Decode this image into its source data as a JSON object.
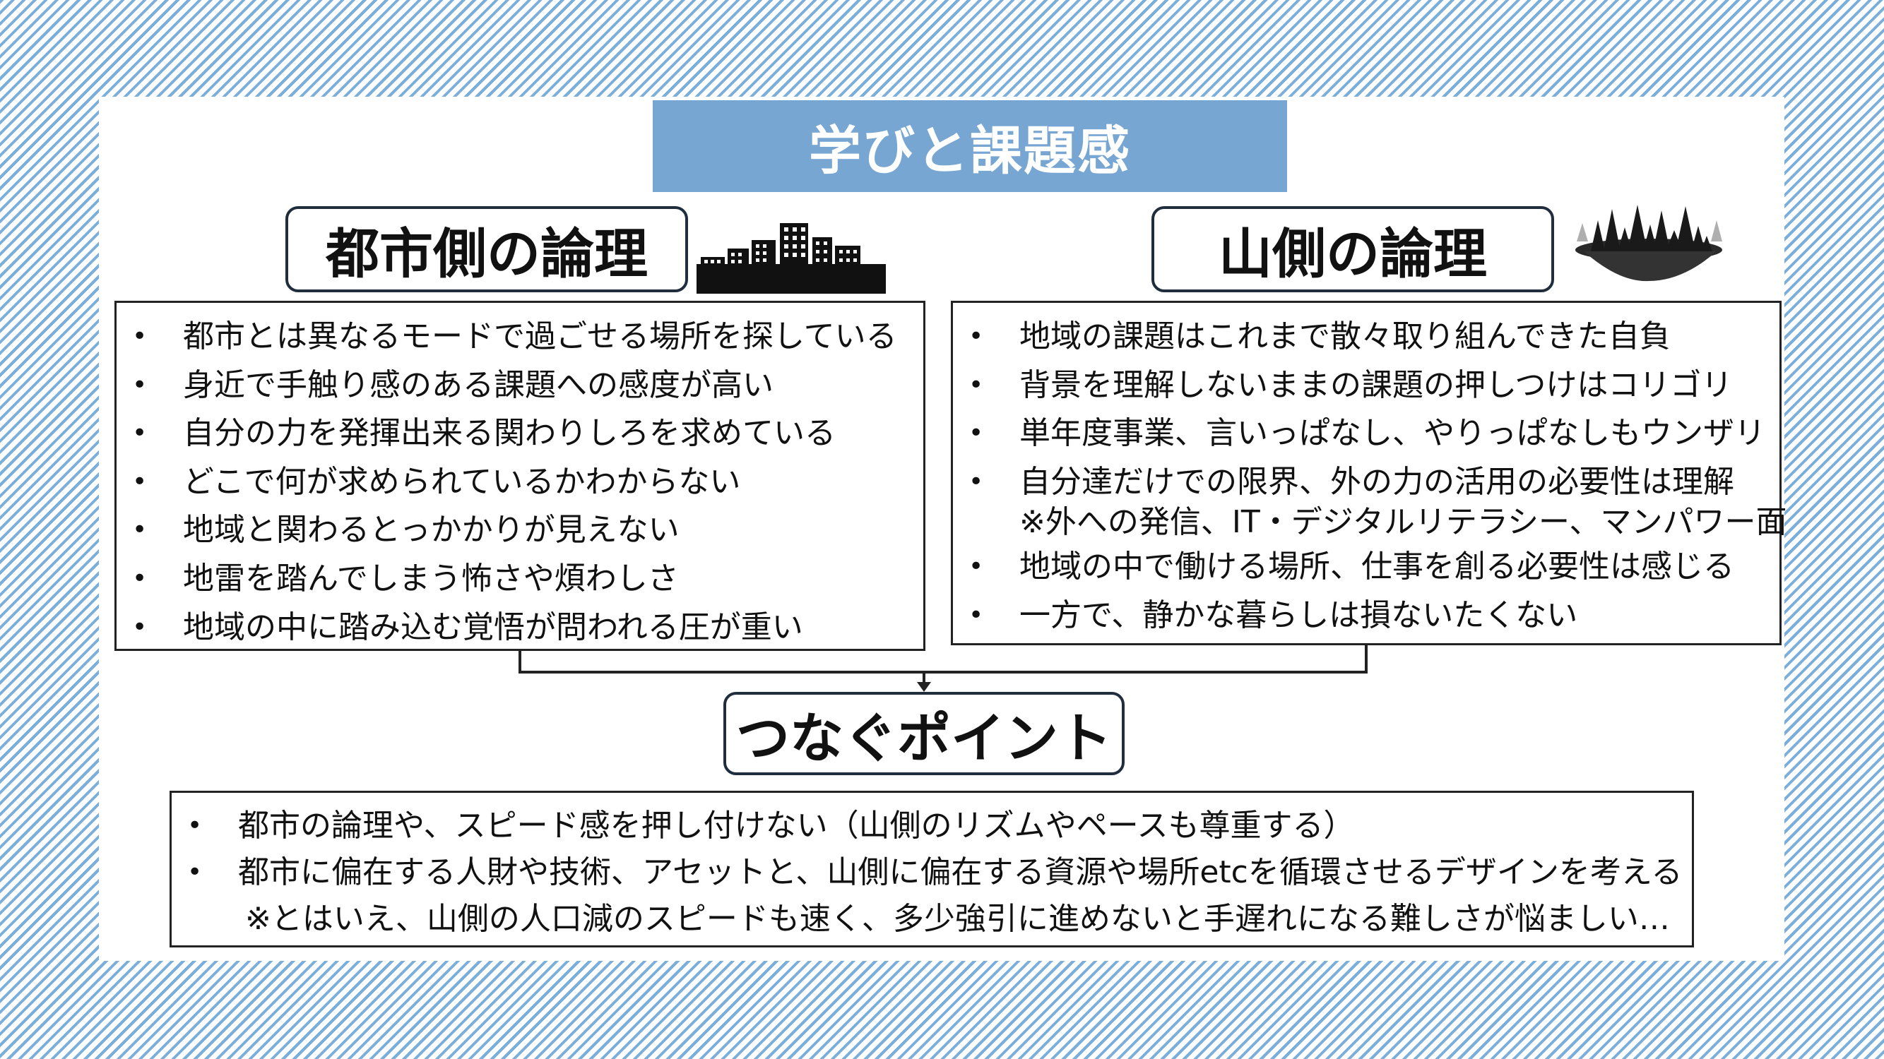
{
  "title": "学びと課題感",
  "city": {
    "heading": "都市側の論理",
    "items": [
      {
        "text": "都市とは異なるモードで過ごせる場所を探している"
      },
      {
        "text": "身近で手触り感のある課題への感度が高い"
      },
      {
        "text": "自分の力を発揮出来る関わりしろを求めている"
      },
      {
        "text": "どこで何が求められているかわからない"
      },
      {
        "text": "地域と関わるとっかかりが見えない"
      },
      {
        "text": "地雷を踏んでしまう怖さや煩わしさ"
      },
      {
        "text": "地域の中に踏み込む覚悟が問われる圧が重い"
      }
    ]
  },
  "mountain": {
    "heading": "山側の論理",
    "items": [
      {
        "text": "地域の課題はこれまで散々取り組んできた自負"
      },
      {
        "text": "背景を理解しないままの課題の押しつけはコリゴリ"
      },
      {
        "text": "単年度事業、言いっぱなし、やりっぱなしもウンザリ"
      },
      {
        "text": "自分達だけでの限界、外の力の活用の必要性は理解",
        "note": "※外への発信、IT・デジタルリテラシー、マンパワー面"
      },
      {
        "text": "地域の中で働ける場所、仕事を創る必要性は感じる"
      },
      {
        "text": "一方で、静かな暮らしは損ないたくない"
      }
    ]
  },
  "connect": {
    "heading": "つなぐポイント",
    "items": [
      {
        "text": "都市の論理や、スピード感を押し付けない（山側のリズムやペースも尊重する）"
      },
      {
        "text": "都市に偏在する人財や技術、アセットと、山側に偏在する資源や場所etcを循環させるデザインを考える",
        "note": "※とはいえ、山側の人口減のスピードも速く、多少強引に進めないと手遅れになる難しさが悩ましい…"
      }
    ]
  },
  "bullet": "•",
  "colors": {
    "accent": "#78a6d3",
    "stripe": "#7aaedb",
    "border": "#1f2d3d"
  },
  "icons": {
    "city": "city-skyline-icon",
    "mountain": "forest-island-icon"
  }
}
